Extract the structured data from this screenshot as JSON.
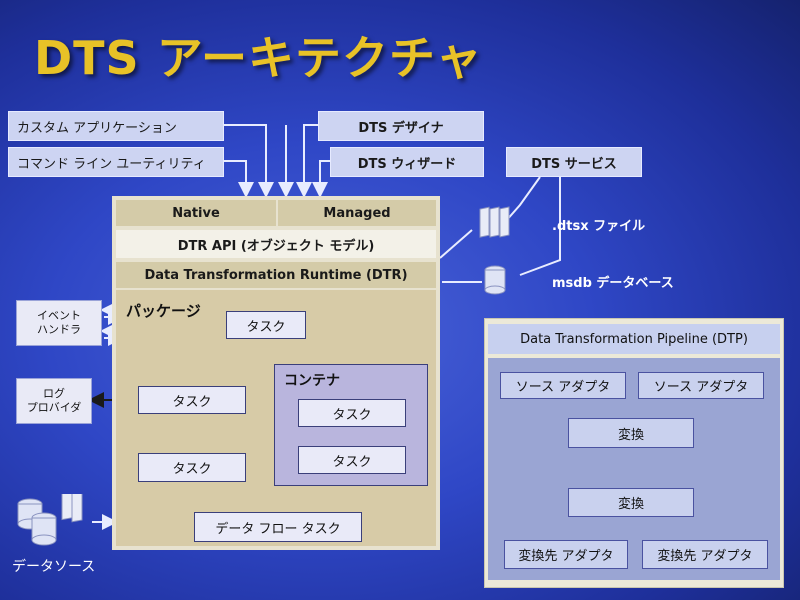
{
  "title": "DTS アーキテクチャ",
  "tools": {
    "custom_app": "カスタム アプリケーション",
    "command_line": "コマンド ライン ユーティリティ",
    "dts_designer": "DTS デザイナ",
    "dts_wizard": "DTS ウィザード",
    "dts_service": "DTS サービス"
  },
  "runtime": {
    "native": "Native",
    "managed": "Managed",
    "api": "DTR API (オブジェクト モデル)",
    "dtr": "Data Transformation Runtime (DTR)"
  },
  "package": {
    "label": "パッケージ",
    "task": "タスク",
    "container_label": "コンテナ",
    "dataflow_task": "データ フロー タスク"
  },
  "side": {
    "event_handler_line1": "イベント",
    "event_handler_line2": "ハンドラ",
    "log_provider_line1": "ログ",
    "log_provider_line2": "プロバイダ",
    "data_source": "データソース"
  },
  "storage": {
    "dtsx_file": ".dtsx ファイル",
    "msdb": "msdb データベース"
  },
  "dtp": {
    "header": "Data Transformation Pipeline (DTP)",
    "source_adapter": "ソース アダプタ",
    "transform": "変換",
    "dest_adapter": "変換先 アダプタ"
  },
  "colors": {
    "title": "#e8c227",
    "background": "#2f47c6",
    "runtime_panel": "#e7e2cf",
    "package_panel": "#d7cba7",
    "container_panel": "#b9b5dd",
    "dtp_panel": "#9aa5d3"
  }
}
